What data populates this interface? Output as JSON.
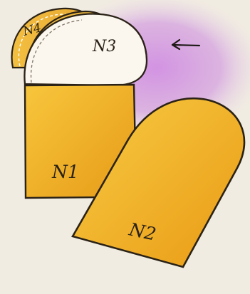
{
  "illustration": {
    "pieces": [
      {
        "id": "piece-1",
        "label": "N1",
        "fill": "#f0b22a"
      },
      {
        "id": "piece-2",
        "label": "N2",
        "fill": "#f2ad22"
      },
      {
        "id": "piece-3",
        "label": "N3",
        "fill": "#fbf7ee"
      },
      {
        "id": "piece-4",
        "label": "N4",
        "fill": "#f0b436"
      }
    ],
    "colors": {
      "background": "#f1ece1",
      "purple_wash": "#cf8fe0",
      "outline": "#2b2217",
      "arrow": "#1e1a16"
    },
    "arrow_direction": "left"
  }
}
